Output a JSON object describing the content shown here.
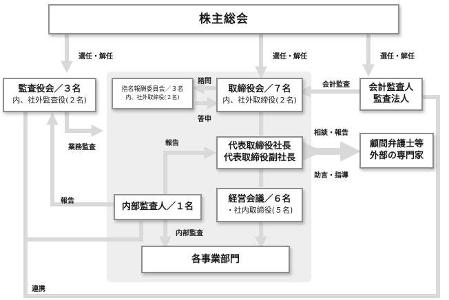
{
  "boxes": {
    "shareholders": "株主総会",
    "auditors_line1": "監査役会／３名",
    "auditors_line2": "内、社外監査役(２名)",
    "nomination_line1": "指名報酬委員会／３名",
    "nomination_line2": "内、社外取締役(２名)",
    "board_line1": "取締役会／７名",
    "board_line2": "内、社外取締役(２名)",
    "accounting_line1": "会計監査人",
    "accounting_line2": "監査法人",
    "president_line1": "代表取締役社長",
    "president_line2": "代表取締役副社長",
    "advisors_line1": "顧問弁護士等",
    "advisors_line2": "外部の専門家",
    "management_line1": "経営会議／６名",
    "management_line2": "・社内取締役(５名)",
    "internal_audit": "内部監査人／１名",
    "divisions": "各事業部門"
  },
  "labels": {
    "elect_left": "選任・解任",
    "elect_center": "選任・解任",
    "elect_right": "選任・解任",
    "consult_ask": "諮問",
    "consult_reply": "答申",
    "account_audit": "会計監査",
    "business_audit": "業務監査",
    "report_top": "報告",
    "report_left": "報告",
    "consult_report": "相談・報告",
    "advice": "助言・指導",
    "internal_audit": "内部監査",
    "cooperation": "連携"
  },
  "colors": {
    "line": "#d9d9d9",
    "box_border": "#8f8f8f",
    "panel": "#eeeeee"
  }
}
